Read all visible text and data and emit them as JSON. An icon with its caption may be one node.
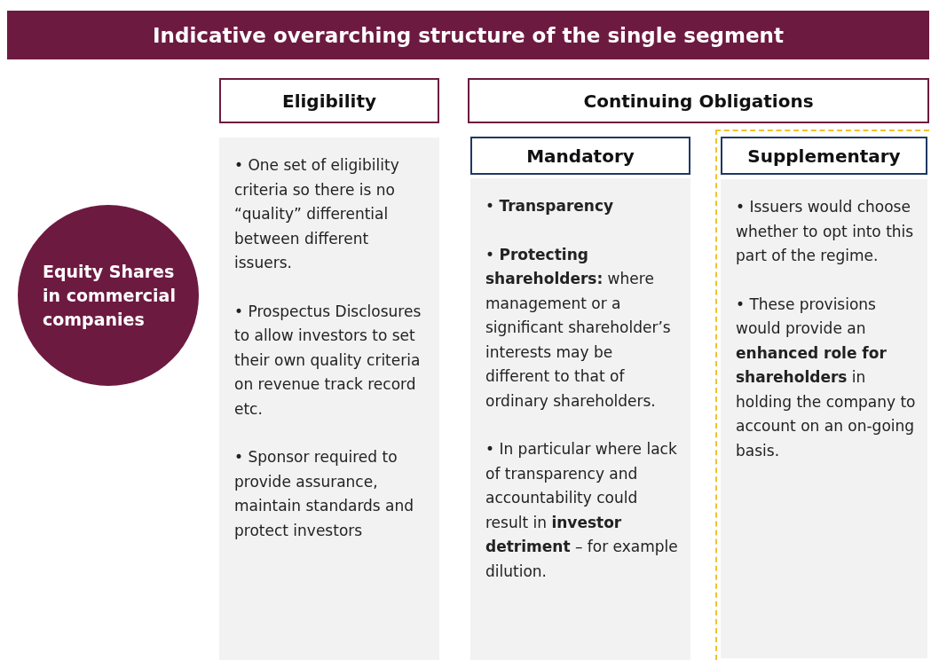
{
  "diagram": {
    "title": "Indicative overarching structure of the single segment",
    "nodes": [
      {
        "text": [
          "Equity Shares in commercial companies"
        ]
      },
      {
        "text": [
          "Eligibility"
        ]
      },
      {
        "text": [
          "• One set of eligibility criteria so there is no “quality” differential between different issuers.",
          "• Prospectus Disclosures to allow investors to set their own quality criteria on revenue track record etc.",
          "• Sponsor required to provide assurance, maintain standards and protect investors"
        ]
      },
      {
        "text": [
          "Continuing Obligations"
        ]
      },
      {
        "text": [
          "Mandatory"
        ]
      },
      {
        "text": [
          "• **Transparency**",
          "• **Protecting shareholders:** where management or a significant shareholder’s interests may be different to that of ordinary shareholders.",
          "• In particular where lack of transparency and accountability could result in **investor detriment** – for example dilution."
        ]
      },
      {
        "text": [],
        "shape": "box"
      },
      {
        "text": [
          "Supplementary"
        ],
        "in": 6
      },
      {
        "text": [
          "• Issuers would choose whether to opt into this part of the regime.",
          "• These provisions would provide an **enhanced role for shareholders** in holding the company to account on an on-going basis."
        ],
        "in": 6
      }
    ],
    "edges": []
  }
}
